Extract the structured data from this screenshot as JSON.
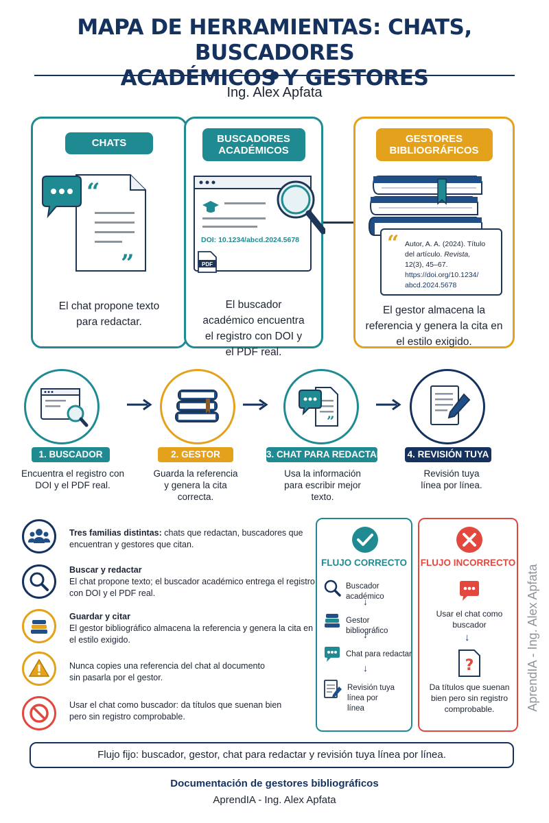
{
  "header": {
    "title_line1": "MAPA DE HERRAMIENTAS: CHATS, BUSCADORES",
    "title_line2": "ACADÉMICOS Y GESTORES",
    "author": "Ing. Alex Apfata"
  },
  "cards": [
    {
      "label": "CHATS",
      "text": "El chat propone texto para redactar."
    },
    {
      "label_line1": "BUSCADORES",
      "label_line2": "ACADÉMICOS",
      "doi": "DOI: 10.1234/abcd.2024.5678",
      "pdf": "PDF",
      "text": "El buscador académico encuentra el registro con DOI y el PDF real."
    },
    {
      "label_line1": "GESTORES",
      "label_line2": "BIBLIOGRÁFICOS",
      "citation": {
        "line1": "Autor, A. A. (2024). Título",
        "line2_pre": "del artículo. ",
        "line2_em": "Revista,",
        "line3": "12(3), 45–67.",
        "line4": "https://doi.org/10.1234/",
        "line5": "abcd.2024.5678"
      },
      "text": "El gestor almacena la referencia y genera la cita en el estilo exigido."
    }
  ],
  "steps": [
    {
      "label": "1. BUSCADOR",
      "text": "Encuentra el registro con DOI y el PDF real."
    },
    {
      "label": "2. GESTOR",
      "text": "Guarda la referencia y genera la cita correcta."
    },
    {
      "label": "3. CHAT PARA REDACTAR",
      "text": "Usa la información para escribir mejor texto."
    },
    {
      "label": "4. REVISIÓN TUYA",
      "text": "Revisión tuya línea por línea."
    }
  ],
  "notes": [
    {
      "bold": "Tres familias distintas:",
      "text": " chats que redactan, buscadores que encuentran y gestores que citan."
    },
    {
      "bold": "Buscar y redactar",
      "text": "El chat propone texto; el buscador académico entrega el registro con DOI y el PDF real."
    },
    {
      "bold": "Guardar y citar",
      "text": "El gestor bibliográfico almacena la referencia y genera la cita en el estilo exigido."
    },
    {
      "text": "Nunca copies una referencia del chat al documento sin pasarla por el gestor."
    },
    {
      "text": "Usar el chat como buscador: da títulos que suenan bien pero sin registro comprobable."
    }
  ],
  "flow_correct": {
    "title": "FLUJO CORRECTO",
    "items": [
      "Buscador académico",
      "Gestor bibliográfico",
      "Chat para redactar",
      "Revisión tuya línea por línea"
    ]
  },
  "flow_incorrect": {
    "title": "FLUJO INCORRECTO",
    "item1": "Usar el chat como buscador",
    "item2": "Da títulos que suenan bien pero sin registro comprobable."
  },
  "side_watermark": "AprendIA - Ing. Alex Apfata",
  "bottom_bar": "Flujo fijo: buscador, gestor, chat para redactar y revisión tuya línea por línea.",
  "footer": {
    "title": "Documentación de gestores bibliográficos",
    "subtitle": "AprendIA - Ing. Alex Apfata"
  },
  "colors": {
    "navy": "#15325f",
    "teal": "#1f8a91",
    "gold": "#e4a11b",
    "red": "#e2483d"
  }
}
